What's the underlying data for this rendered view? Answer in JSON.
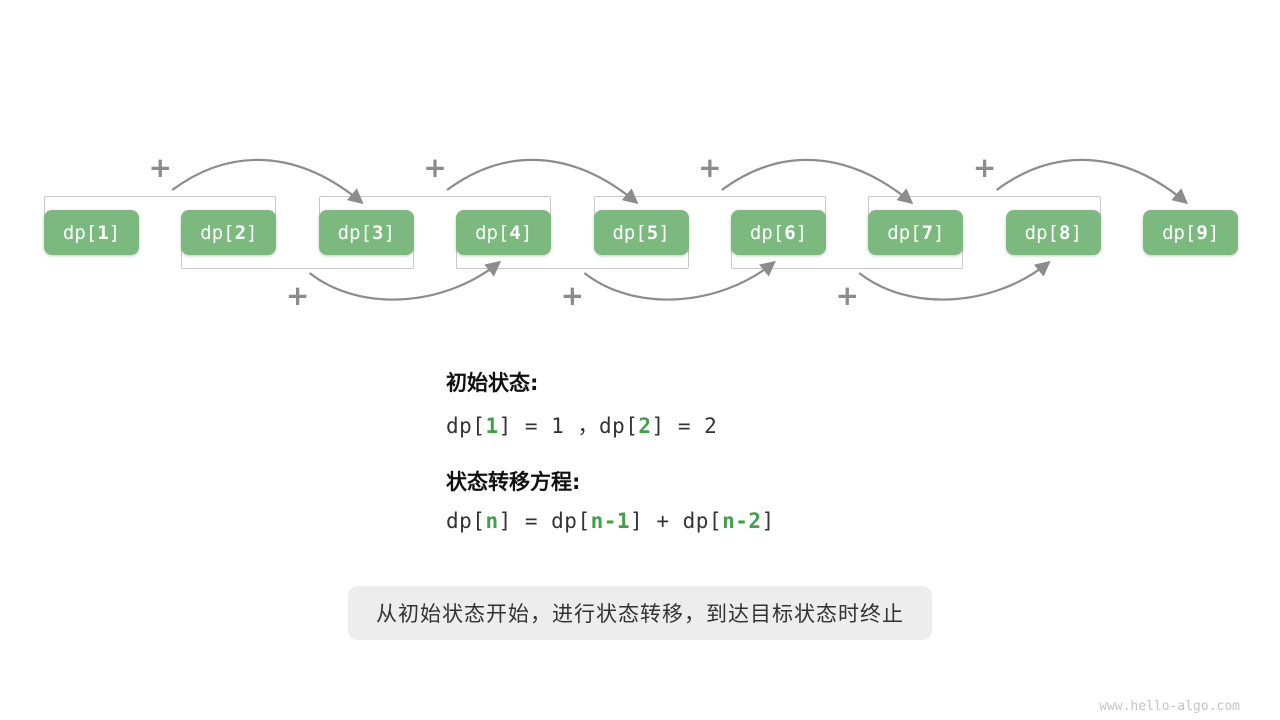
{
  "diagram": {
    "box_prefix": "dp[",
    "box_suffix": "]",
    "box_indices": [
      "1",
      "2",
      "3",
      "4",
      "5",
      "6",
      "7",
      "8",
      "9"
    ],
    "plus_sign": "+",
    "groups_top": [
      {
        "pair": [
          1,
          2
        ],
        "target": 3
      },
      {
        "pair": [
          3,
          4
        ],
        "target": 5
      },
      {
        "pair": [
          5,
          6
        ],
        "target": 7
      },
      {
        "pair": [
          7,
          8
        ],
        "target": 9
      }
    ],
    "groups_bottom": [
      {
        "pair": [
          2,
          3
        ],
        "target": 4
      },
      {
        "pair": [
          4,
          5
        ],
        "target": 6
      },
      {
        "pair": [
          6,
          7
        ],
        "target": 8
      }
    ]
  },
  "text": {
    "initial_state_label": "初始状态:",
    "initial_state_equation": [
      {
        "text": "dp[",
        "accent": false
      },
      {
        "text": "1",
        "accent": true
      },
      {
        "text": "] = 1 ，dp[",
        "accent": false
      },
      {
        "text": "2",
        "accent": true
      },
      {
        "text": "] = 2",
        "accent": false
      }
    ],
    "transition_label": "状态转移方程:",
    "transition_equation": [
      {
        "text": "dp[",
        "accent": false
      },
      {
        "text": "n",
        "accent": true
      },
      {
        "text": "] = dp[",
        "accent": false
      },
      {
        "text": "n-1",
        "accent": true
      },
      {
        "text": "] + dp[",
        "accent": false
      },
      {
        "text": "n-2",
        "accent": true
      },
      {
        "text": "]",
        "accent": false
      }
    ],
    "note": "从初始状态开始，进行状态转移，到达目标状态时终止",
    "watermark": "www.hello-algo.com"
  },
  "colors": {
    "box_fill": "#7cb97e",
    "box_text": "#ffffff",
    "accent_text": "#43a04a",
    "arrow": "#8c8c8c",
    "bracket_border": "#c9c9c9",
    "note_bg": "#ededed",
    "code_text": "#333333",
    "label_text": "#111111",
    "watermark_text": "#c4c4c4"
  }
}
